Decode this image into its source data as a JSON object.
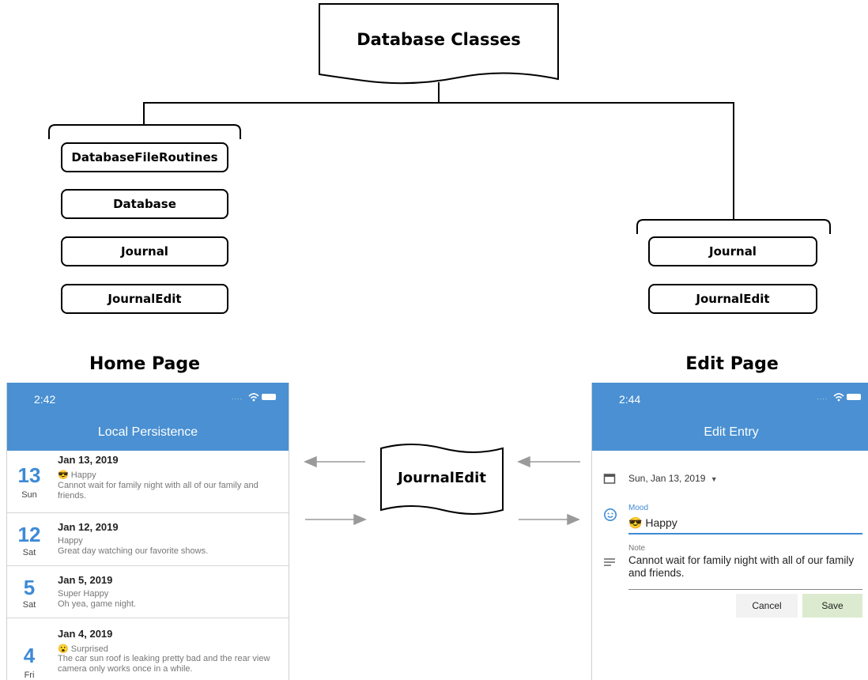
{
  "diagram": {
    "title": "Database Classes",
    "left_group": [
      "DatabaseFileRoutines",
      "Database",
      "Journal",
      "JournalEdit"
    ],
    "right_group": [
      "Journal",
      "JournalEdit"
    ],
    "home_label": "Home Page",
    "edit_label": "Edit Page",
    "center_label": "JournalEdit",
    "colors": {
      "line": "#000000",
      "arrow": "#9a9a9a",
      "appbar": "#4a90d2",
      "accent": "#3e8ad6"
    }
  },
  "home": {
    "time": "2:42",
    "status_icons": "wifi-battery",
    "title": "Local Persistence",
    "entries": [
      {
        "day": "13",
        "weekday": "Sun",
        "date": "Jan 13, 2019",
        "mood_icon": "😎",
        "mood": "Happy",
        "note": "Cannot wait for family night with all of our family and friends."
      },
      {
        "day": "12",
        "weekday": "Sat",
        "date": "Jan 12, 2019",
        "mood_icon": "",
        "mood": "Happy",
        "note": "Great day watching our favorite shows."
      },
      {
        "day": "5",
        "weekday": "Sat",
        "date": "Jan 5, 2019",
        "mood_icon": "",
        "mood": "Super Happy",
        "note": "Oh yea, game night."
      },
      {
        "day": "4",
        "weekday": "Fri",
        "date": "Jan 4, 2019",
        "mood_icon": "😮",
        "mood": "Surprised",
        "note": "The car sun roof is leaking pretty bad and the rear view camera only works once in a while."
      }
    ]
  },
  "edit": {
    "time": "2:44",
    "title": "Edit Entry",
    "date_value": "Sun, Jan 13, 2019",
    "mood_label": "Mood",
    "mood_icon": "😎",
    "mood_value": "Happy",
    "note_label": "Note",
    "note_value": "Cannot wait for family night with all of our family and friends.",
    "cancel_label": "Cancel",
    "save_label": "Save"
  }
}
